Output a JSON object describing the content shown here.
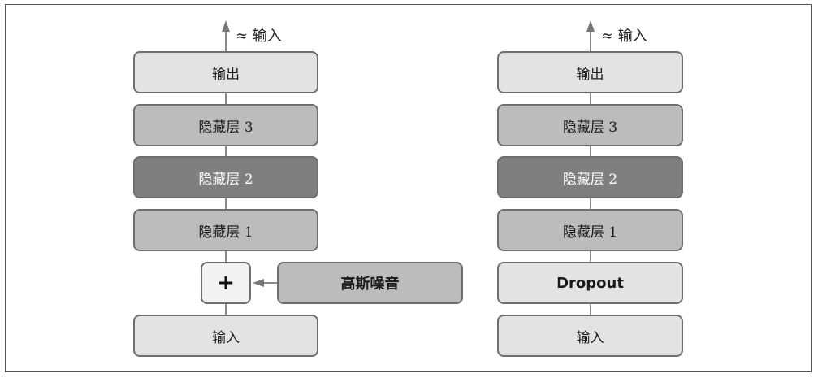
{
  "left_stack": {
    "top_label": "≈ 输入",
    "output": "输出",
    "hidden3": "隐藏层 3",
    "hidden2": "隐藏层 2",
    "hidden1": "隐藏层 1",
    "plus": "+",
    "noise": "高斯噪音",
    "input": "输入"
  },
  "right_stack": {
    "top_label": "≈ 输入",
    "output": "输出",
    "hidden3": "隐藏层 3",
    "hidden2": "隐藏层 2",
    "hidden1": "隐藏层 1",
    "dropout": "Dropout",
    "input": "输入"
  },
  "colors": {
    "light_box": "#e3e3e3",
    "mid_box": "#bcbcbc",
    "dark_box": "#7f7f7f",
    "border": "#6e6e6e"
  }
}
